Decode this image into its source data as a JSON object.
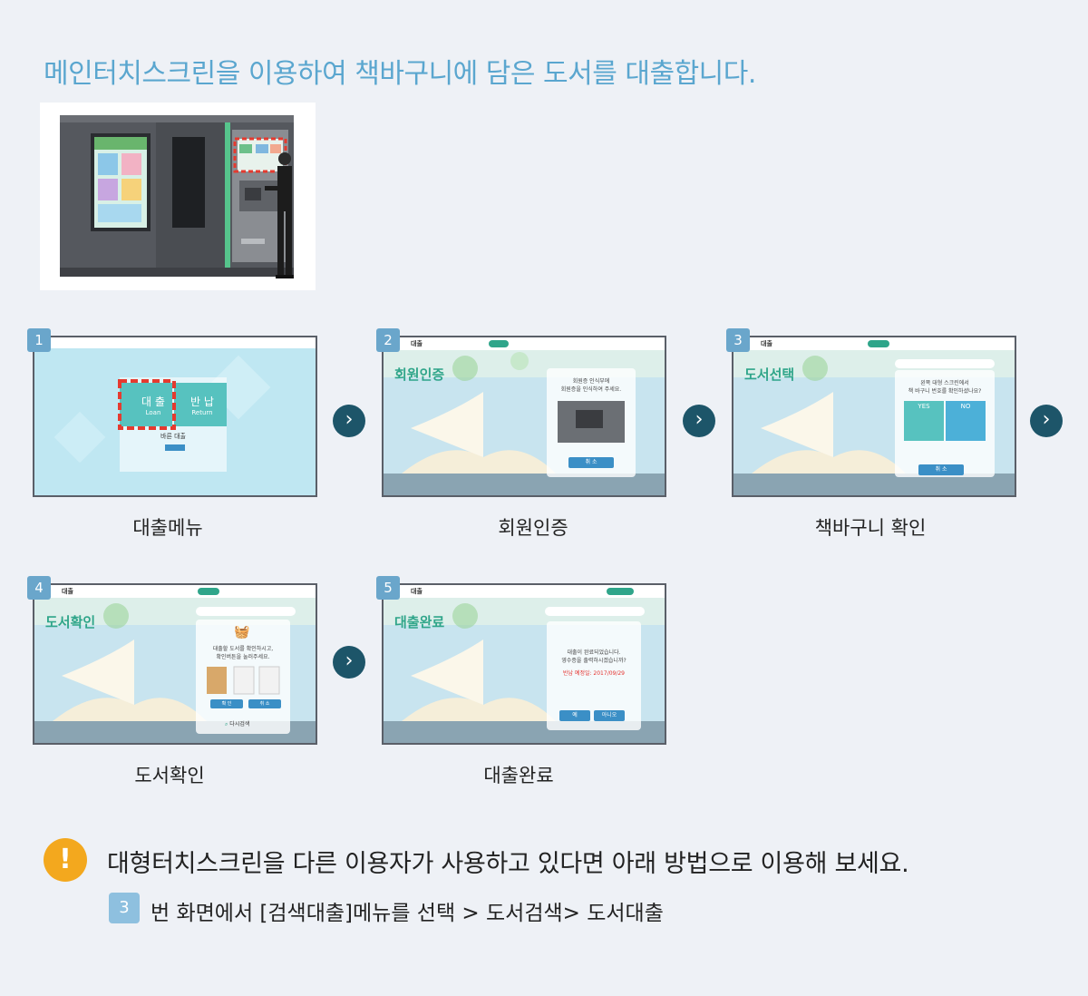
{
  "headline": "메인터치스크린을 이용하여 책바구니에 담은 도서를 대출합니다.",
  "steps": [
    {
      "number": "1",
      "caption": "대출메뉴",
      "loan_label": "대 출",
      "loan_sub": "Loan",
      "return_label": "반 납",
      "return_sub": "Return",
      "quick_label": "바른 대출"
    },
    {
      "number": "2",
      "caption": "회원인증",
      "screen_title": "회원인증",
      "header_title": "대출",
      "message_line1": "회원증 인식부에",
      "message_line2": "회원증을 인식하여 주세요.",
      "button": "취 소"
    },
    {
      "number": "3",
      "caption": "책바구니  확인",
      "screen_title": "도서선택",
      "header_title": "대출",
      "message_line1": "왼쪽 대형 스크린에서",
      "message_line2": "책 바구니 번호를 확인하셨나요?",
      "yes_label": "YES",
      "no_label": "NO",
      "button": "취 소"
    },
    {
      "number": "4",
      "caption": "도서확인",
      "screen_title": "도서확인",
      "header_title": "대출",
      "message_line1": "대출할 도서를 확인하시고,",
      "message_line2": "확인버튼을 눌러주세요.",
      "confirm_button": "확 인",
      "cancel_button": "취 소",
      "research_label": "다시검색"
    },
    {
      "number": "5",
      "caption": "대출완료",
      "screen_title": "대출완료",
      "header_title": "대출",
      "message_line1": "대출이 완료되었습니다.",
      "message_line2": "영수증을 출력하시겠습니까?",
      "due_date": "반납 예정일: 2017/09/29",
      "yes_button": "예",
      "no_button": "아니오"
    }
  ],
  "warning": {
    "icon": "exclamation-icon",
    "text": "대형터치스크린을 다른 이용자가 사용하고 있다면 아래 방법으로 이용해 보세요.",
    "step_number": "3",
    "step_text": "번 화면에서 [검색대출]메뉴를 선택 > 도서검색> 도서대출"
  },
  "colors": {
    "headline": "#5aa6cf",
    "arrow": "#1d5569",
    "step_badge": "#6aa6cb",
    "warning": "#f3a81e",
    "accent_green": "#2fa58a"
  }
}
